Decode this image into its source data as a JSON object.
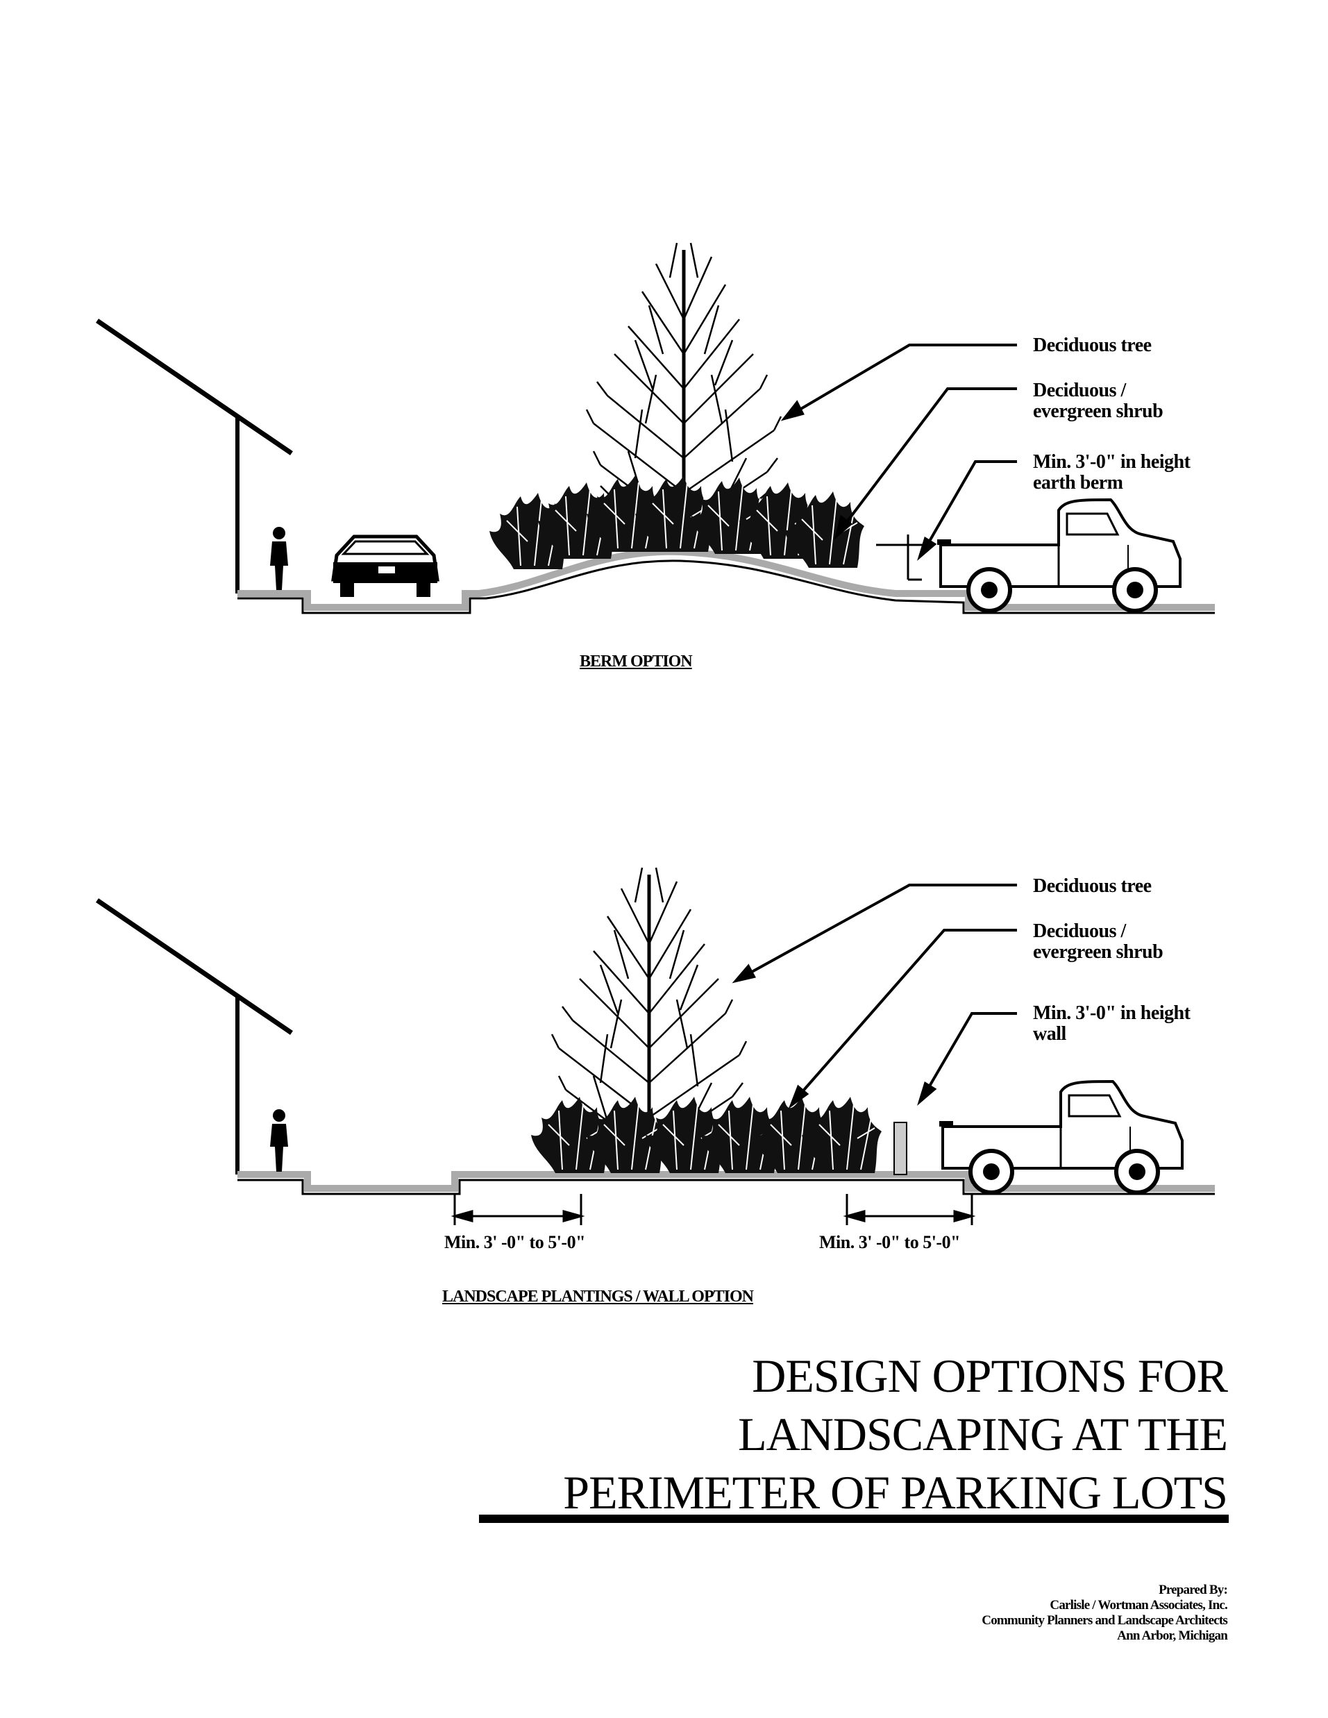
{
  "berm_section": {
    "callouts": {
      "tree": "Deciduous tree",
      "shrub_line1": "Deciduous /",
      "shrub_line2": "evergreen shrub",
      "berm_line1": "Min. 3'-0\" in height",
      "berm_line2": "earth berm"
    },
    "caption": "BERM OPTION"
  },
  "wall_section": {
    "callouts": {
      "tree": "Deciduous tree",
      "shrub_line1": "Deciduous /",
      "shrub_line2": "evergreen shrub",
      "wall_line1": "Min. 3'-0\" in height",
      "wall_line2": "wall"
    },
    "dimensions": {
      "left": "Min. 3' -0\" to  5'-0\"",
      "right": "Min. 3' -0\" to  5'-0\""
    },
    "caption": "LANDSCAPE PLANTINGS / WALL OPTION"
  },
  "title": {
    "line1": "DESIGN OPTIONS FOR",
    "line2": "LANDSCAPING AT THE",
    "line3": "PERIMETER OF PARKING LOTS"
  },
  "credits": {
    "line1": "Prepared By:",
    "line2": "Carlisle / Wortman Associates, Inc.",
    "line3": "Community Planners and Landscape Architects",
    "line4": "Ann Arbor, Michigan"
  }
}
